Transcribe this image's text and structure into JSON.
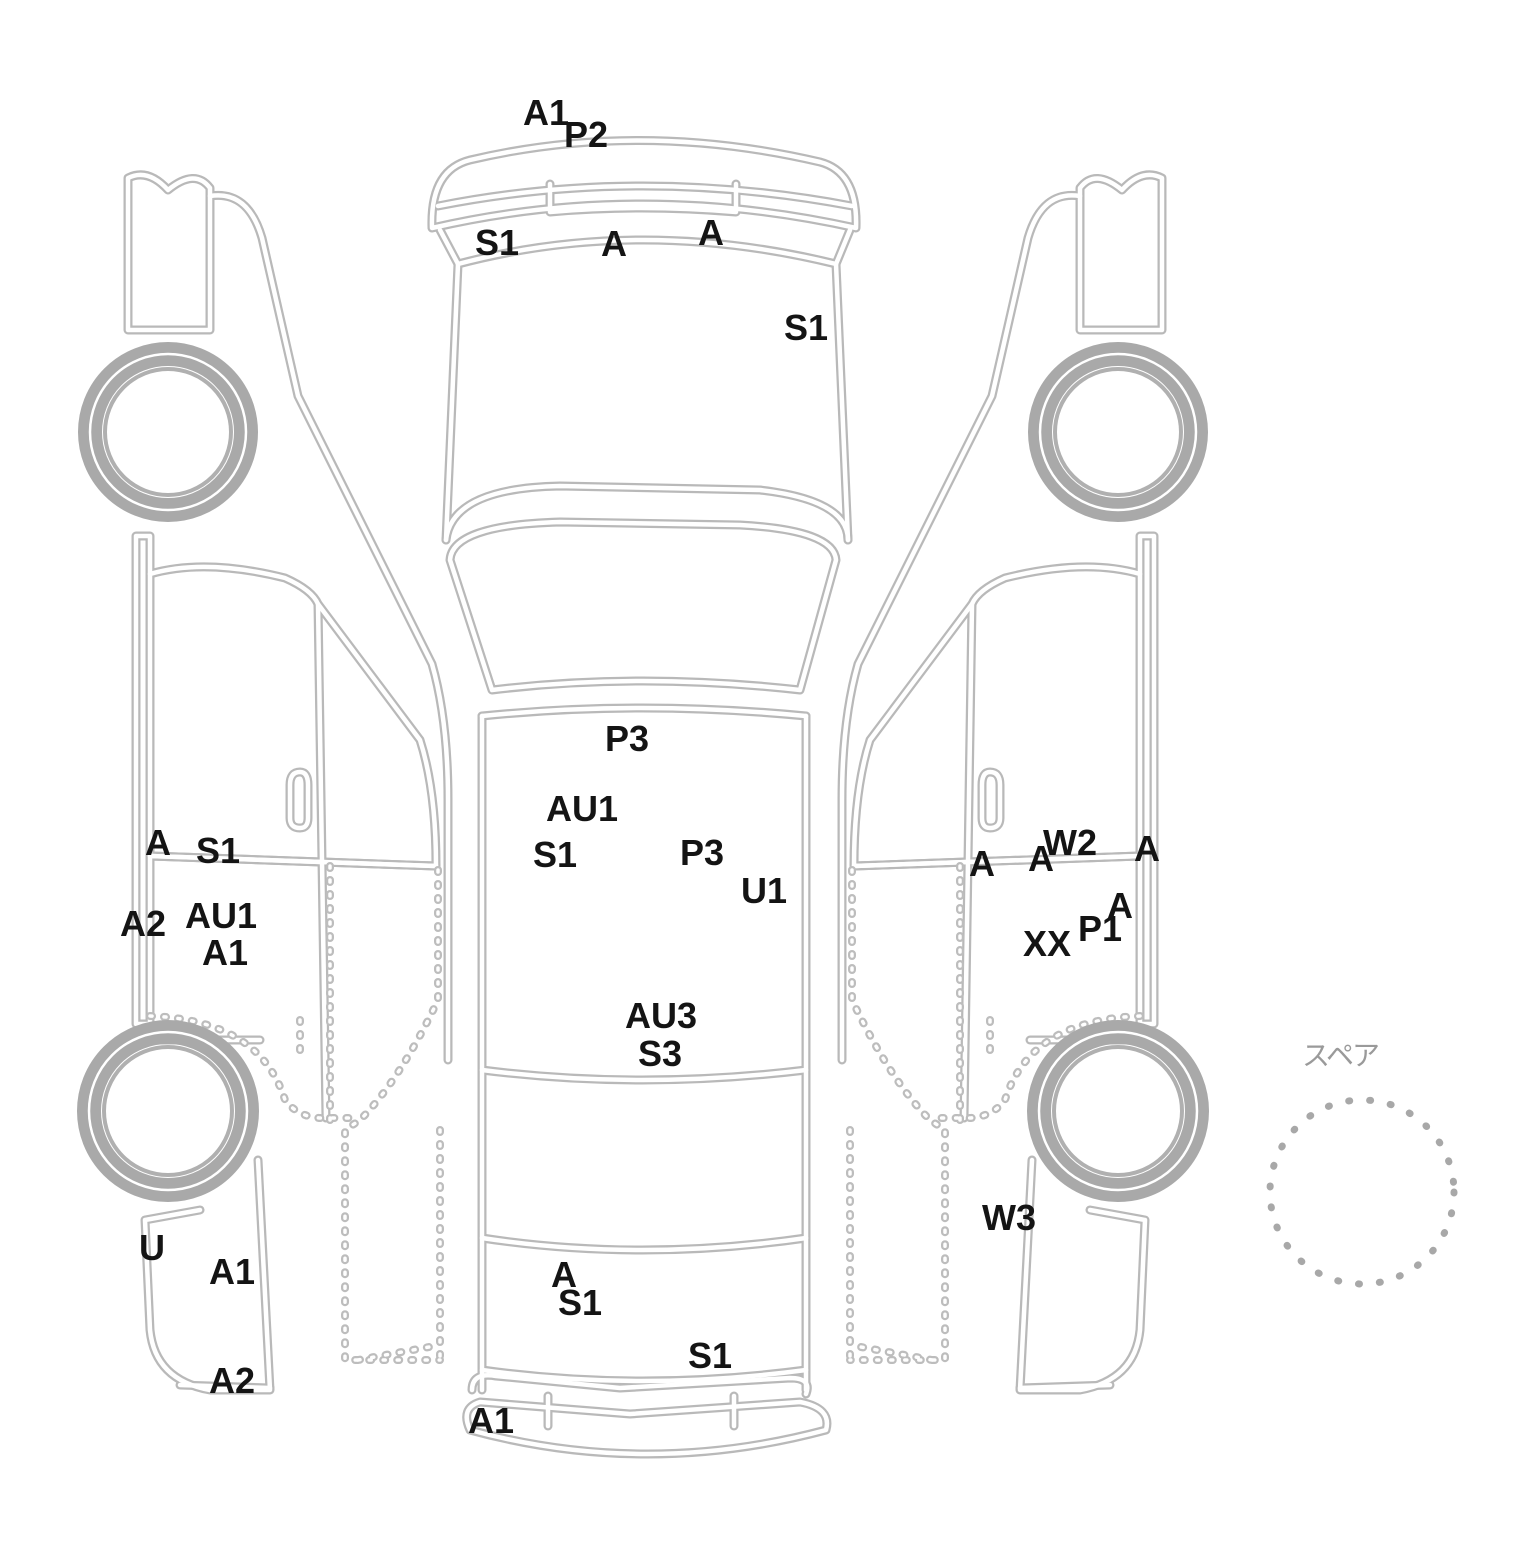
{
  "diagram": {
    "spare_label": "スペア",
    "codes": {
      "rear_top_a1": "A1",
      "rear_top_p2": "P2",
      "rear_bumper_s1": "S1",
      "rear_bumper_a_left": "A",
      "rear_bumper_a_right": "A",
      "rear_deck_s1": "S1",
      "roof_p3": "P3",
      "hood_au1": "AU1",
      "hood_s1": "S1",
      "hood_p3": "P3",
      "hood_u1": "U1",
      "hood_au3": "AU3",
      "hood_s3": "S3",
      "front_a": "A",
      "front_s1_left": "S1",
      "front_s1_right": "S1",
      "front_bumper_a1": "A1",
      "left_a": "A",
      "left_s1": "S1",
      "left_a2": "A2",
      "left_au1": "AU1",
      "left_a1": "A1",
      "left_u": "U",
      "left_fender_a1": "A1",
      "left_front_a2": "A2",
      "right_a1": "A",
      "right_a2": "A",
      "right_w2": "W2",
      "right_a3": "A",
      "right_a4": "A",
      "right_xx": "XX",
      "right_p1": "P1",
      "right_w3": "W3"
    }
  }
}
